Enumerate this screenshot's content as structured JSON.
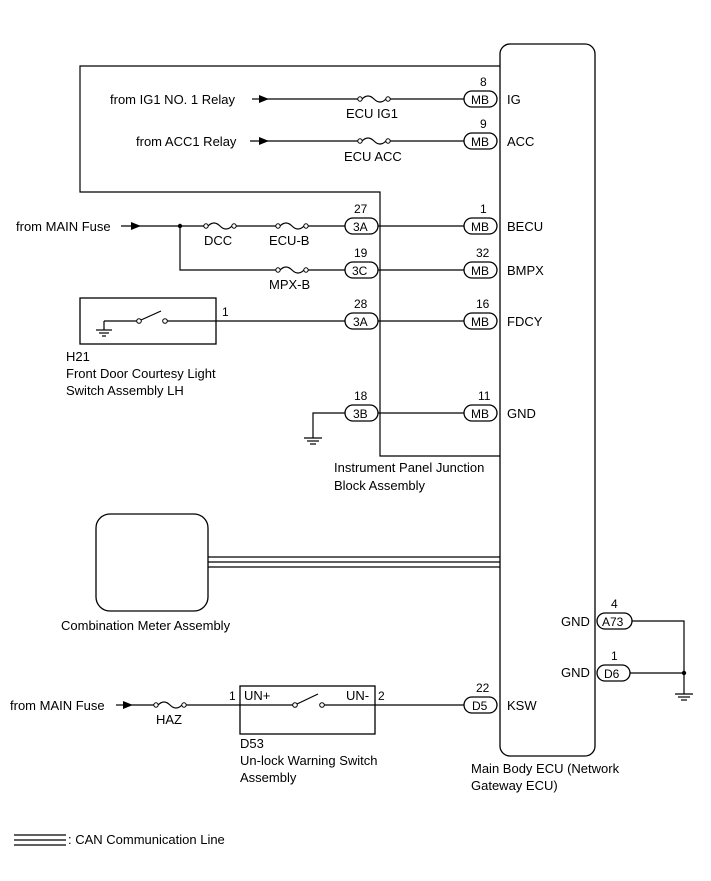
{
  "sources": {
    "ig1_relay": "from IG1 NO. 1 Relay",
    "acc1_relay": "from ACC1 Relay",
    "main_fuse_top": "from MAIN Fuse",
    "main_fuse_bottom": "from MAIN Fuse"
  },
  "fuses": {
    "ecu_ig1": "ECU IG1",
    "ecu_acc": "ECU ACC",
    "dcc": "DCC",
    "ecu_b": "ECU-B",
    "mpx_b": "MPX-B",
    "haz": "HAZ"
  },
  "connectors": {
    "mb": "MB",
    "c3a": "3A",
    "c3c": "3C",
    "c3b": "3B",
    "a73": "A73",
    "d6": "D6",
    "d5": "D5"
  },
  "pins": {
    "ig": "8",
    "acc": "9",
    "becu": "1",
    "bmpx": "32",
    "fdcy": "16",
    "gnd": "11",
    "j27": "27",
    "j19": "19",
    "j28": "28",
    "j18": "18",
    "h21": "1",
    "a73": "4",
    "d6": "1",
    "ksw": "22",
    "d53_in": "1",
    "d53_out": "2"
  },
  "terminals": {
    "ig": "IG",
    "acc": "ACC",
    "becu": "BECU",
    "bmpx": "BMPX",
    "fdcy": "FDCY",
    "gnd": "GND",
    "gnd_a73": "GND",
    "gnd_d6": "GND",
    "ksw": "KSW",
    "un_plus": "UN+",
    "un_minus": "UN-"
  },
  "components": {
    "h21_code": "H21",
    "h21_name_1": "Front Door Courtesy Light",
    "h21_name_2": "Switch Assembly LH",
    "junction_1": "Instrument Panel Junction",
    "junction_2": "Block Assembly",
    "combination_meter": "Combination Meter Assembly",
    "d53_code": "D53",
    "d53_name_1": "Un-lock Warning Switch",
    "d53_name_2": "Assembly",
    "ecu_name_1": "Main Body ECU (Network",
    "ecu_name_2": "Gateway ECU)"
  },
  "legend": {
    "can_line": ": CAN Communication Line"
  }
}
